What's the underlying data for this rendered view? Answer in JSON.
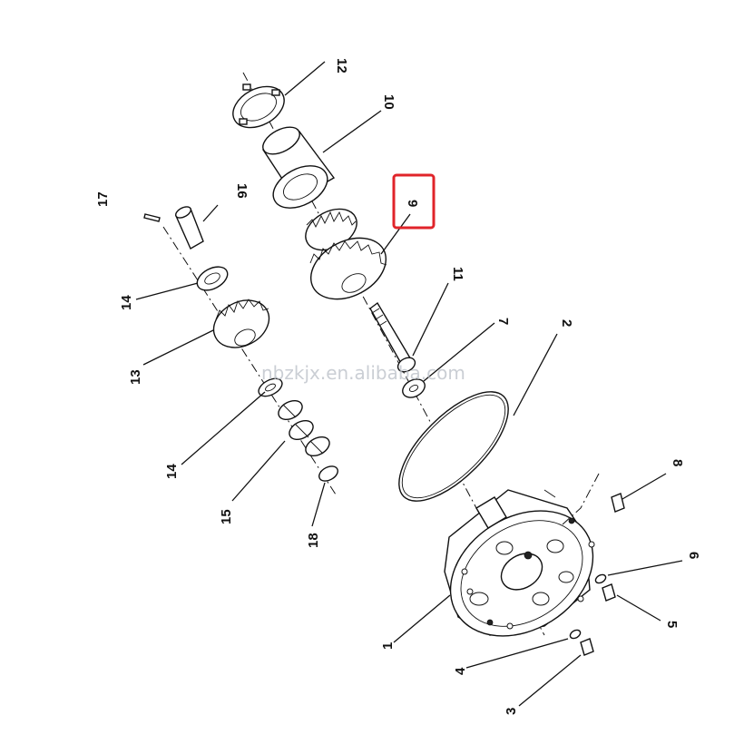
{
  "watermark": "nbzkjx.en.alibaba.com",
  "highlight": {
    "part_number": "9",
    "color": "#e0242a"
  },
  "labels": {
    "l1": "1",
    "l2": "2",
    "l3": "3",
    "l4": "4",
    "l5": "5",
    "l6": "6",
    "l7": "7",
    "l8": "8",
    "l9": "9",
    "l10": "10",
    "l11": "11",
    "l12": "12",
    "l13": "13",
    "l14a": "14",
    "l14b": "14",
    "l15": "15",
    "l16": "16",
    "l17": "17",
    "l18": "18"
  }
}
